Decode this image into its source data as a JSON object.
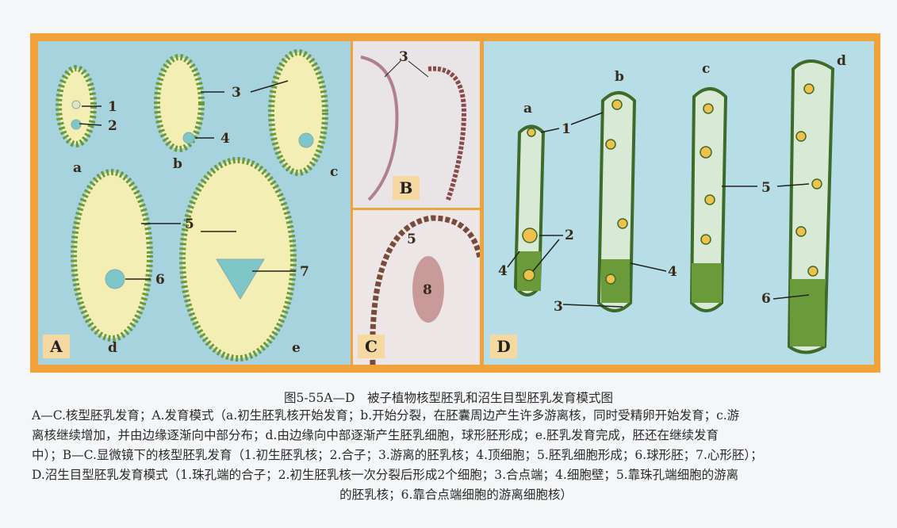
{
  "figure": {
    "panel_A": {
      "badge": "A",
      "stages": [
        "a",
        "b",
        "c",
        "d",
        "e"
      ],
      "numbers": [
        "1",
        "2",
        "3",
        "4",
        "5",
        "6",
        "7"
      ]
    },
    "panel_B": {
      "badge": "B",
      "numbers": [
        "3"
      ]
    },
    "panel_C": {
      "badge": "C",
      "numbers": [
        "5",
        "8"
      ]
    },
    "panel_D": {
      "badge": "D",
      "stages": [
        "a",
        "b",
        "c",
        "d"
      ],
      "numbers": [
        "1",
        "2",
        "3",
        "4",
        "5",
        "6"
      ]
    },
    "colors": {
      "frame": "#f2a23a",
      "panel_a_bg": "#a7d3df",
      "panel_d_bg": "#b7dde6",
      "cell_fill": "#f3efb4",
      "cell_border": "#6b9a3a",
      "nucleus": "#f0c14a"
    }
  },
  "caption": {
    "title": "图5-55A—D　被子植物核型胚乳和沼生目型胚乳发育模式图",
    "lines": [
      "A—C.核型胚乳发育；A.发育模式（a.初生胚乳核开始发育；b.开始分裂，在胚囊周边产生许多游离核，同时受精卵开始发育；c.游",
      "离核继续增加，并由边缘逐渐向中部分布；d.由边缘向中部逐渐产生胚乳细胞，球形胚形成；e.胚乳发育完成，胚还在继续发育",
      "中）；B—C.显微镜下的核型胚乳发育（1.初生胚乳核；2.合子；3.游离的胚乳核；4.顶细胞；5.胚乳细胞形成；6.球形胚；7.心形胚）；",
      "D.沼生目型胚乳发育模式（1.珠孔端的合子；2.初生胚乳核一次分裂后形成2个细胞；3.合点端；4.细胞壁；5.靠珠孔端细胞的游离",
      "的胚乳核；6.靠合点端细胞的游离细胞核）"
    ]
  }
}
